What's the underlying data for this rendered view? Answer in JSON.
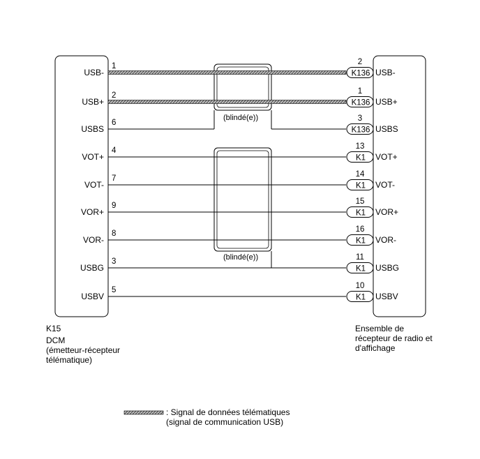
{
  "left_component": {
    "connector": "K15",
    "name_lines": [
      "DCM",
      "(émetteur-récepteur",
      "télématique)"
    ]
  },
  "right_component": {
    "name_lines": [
      "Ensemble de",
      "récepteur de radio et",
      "d'affichage"
    ]
  },
  "wires": [
    {
      "left_label": "USB-",
      "left_pin": "1",
      "right_pin": "2",
      "right_conn": "K136",
      "right_label": "USB-",
      "style": "telematic"
    },
    {
      "left_label": "USB+",
      "left_pin": "2",
      "right_pin": "1",
      "right_conn": "K136",
      "right_label": "USB+",
      "style": "telematic"
    },
    {
      "left_label": "USBS",
      "left_pin": "6",
      "right_pin": "3",
      "right_conn": "K136",
      "right_label": "USBS",
      "style": "plain"
    },
    {
      "left_label": "VOT+",
      "left_pin": "4",
      "right_pin": "13",
      "right_conn": "K1",
      "right_label": "VOT+",
      "style": "plain"
    },
    {
      "left_label": "VOT-",
      "left_pin": "7",
      "right_pin": "14",
      "right_conn": "K1",
      "right_label": "VOT-",
      "style": "plain"
    },
    {
      "left_label": "VOR+",
      "left_pin": "9",
      "right_pin": "15",
      "right_conn": "K1",
      "right_label": "VOR+",
      "style": "plain"
    },
    {
      "left_label": "VOR-",
      "left_pin": "8",
      "right_pin": "16",
      "right_conn": "K1",
      "right_label": "VOR-",
      "style": "plain"
    },
    {
      "left_label": "USBG",
      "left_pin": "3",
      "right_pin": "11",
      "right_conn": "K1",
      "right_label": "USBG",
      "style": "plain"
    },
    {
      "left_label": "USBV",
      "left_pin": "5",
      "right_pin": "10",
      "right_conn": "K1",
      "right_label": "USBV",
      "style": "plain"
    }
  ],
  "shields": [
    {
      "label": "(blindé(e))"
    },
    {
      "label": "(blindé(e))"
    }
  ],
  "legend": {
    "lines": [
      ": Signal de données télématiques",
      "(signal de communication USB)"
    ]
  },
  "colors": {
    "line": "#000000",
    "telematic_fill": "#bdbdbd",
    "background": "#ffffff"
  }
}
